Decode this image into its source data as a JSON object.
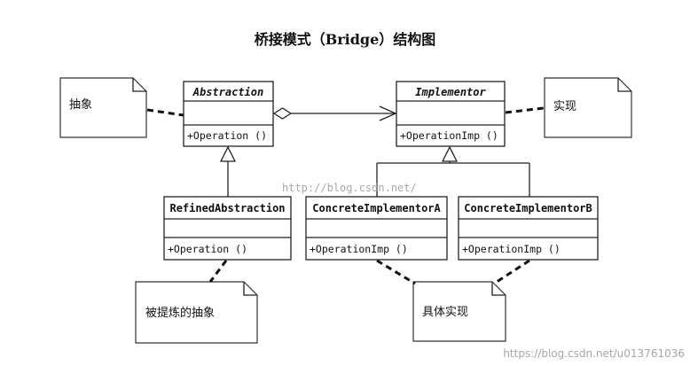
{
  "title": "桥接模式（Bridge）结构图",
  "classes": {
    "abstraction": {
      "name": "Abstraction",
      "method": "+Operation ()"
    },
    "implementor": {
      "name": "Implementor",
      "method": "+OperationImp ()"
    },
    "refined_abstraction": {
      "name": "RefinedAbstraction",
      "method": "+Operation ()"
    },
    "concrete_implementor_a": {
      "name": "ConcreteImplementorA",
      "method": "+OperationImp ()"
    },
    "concrete_implementor_b": {
      "name": "ConcreteImplementorB",
      "method": "+OperationImp ()"
    }
  },
  "notes": {
    "abstraction_note": "抽象",
    "implementor_note": "实现",
    "refined_note": "被提炼的抽象",
    "concrete_note": "具体实现"
  },
  "watermarks": {
    "middle": "http://blog.csdn.net/",
    "corner": "https://blog.csdn.net/u013761036"
  }
}
